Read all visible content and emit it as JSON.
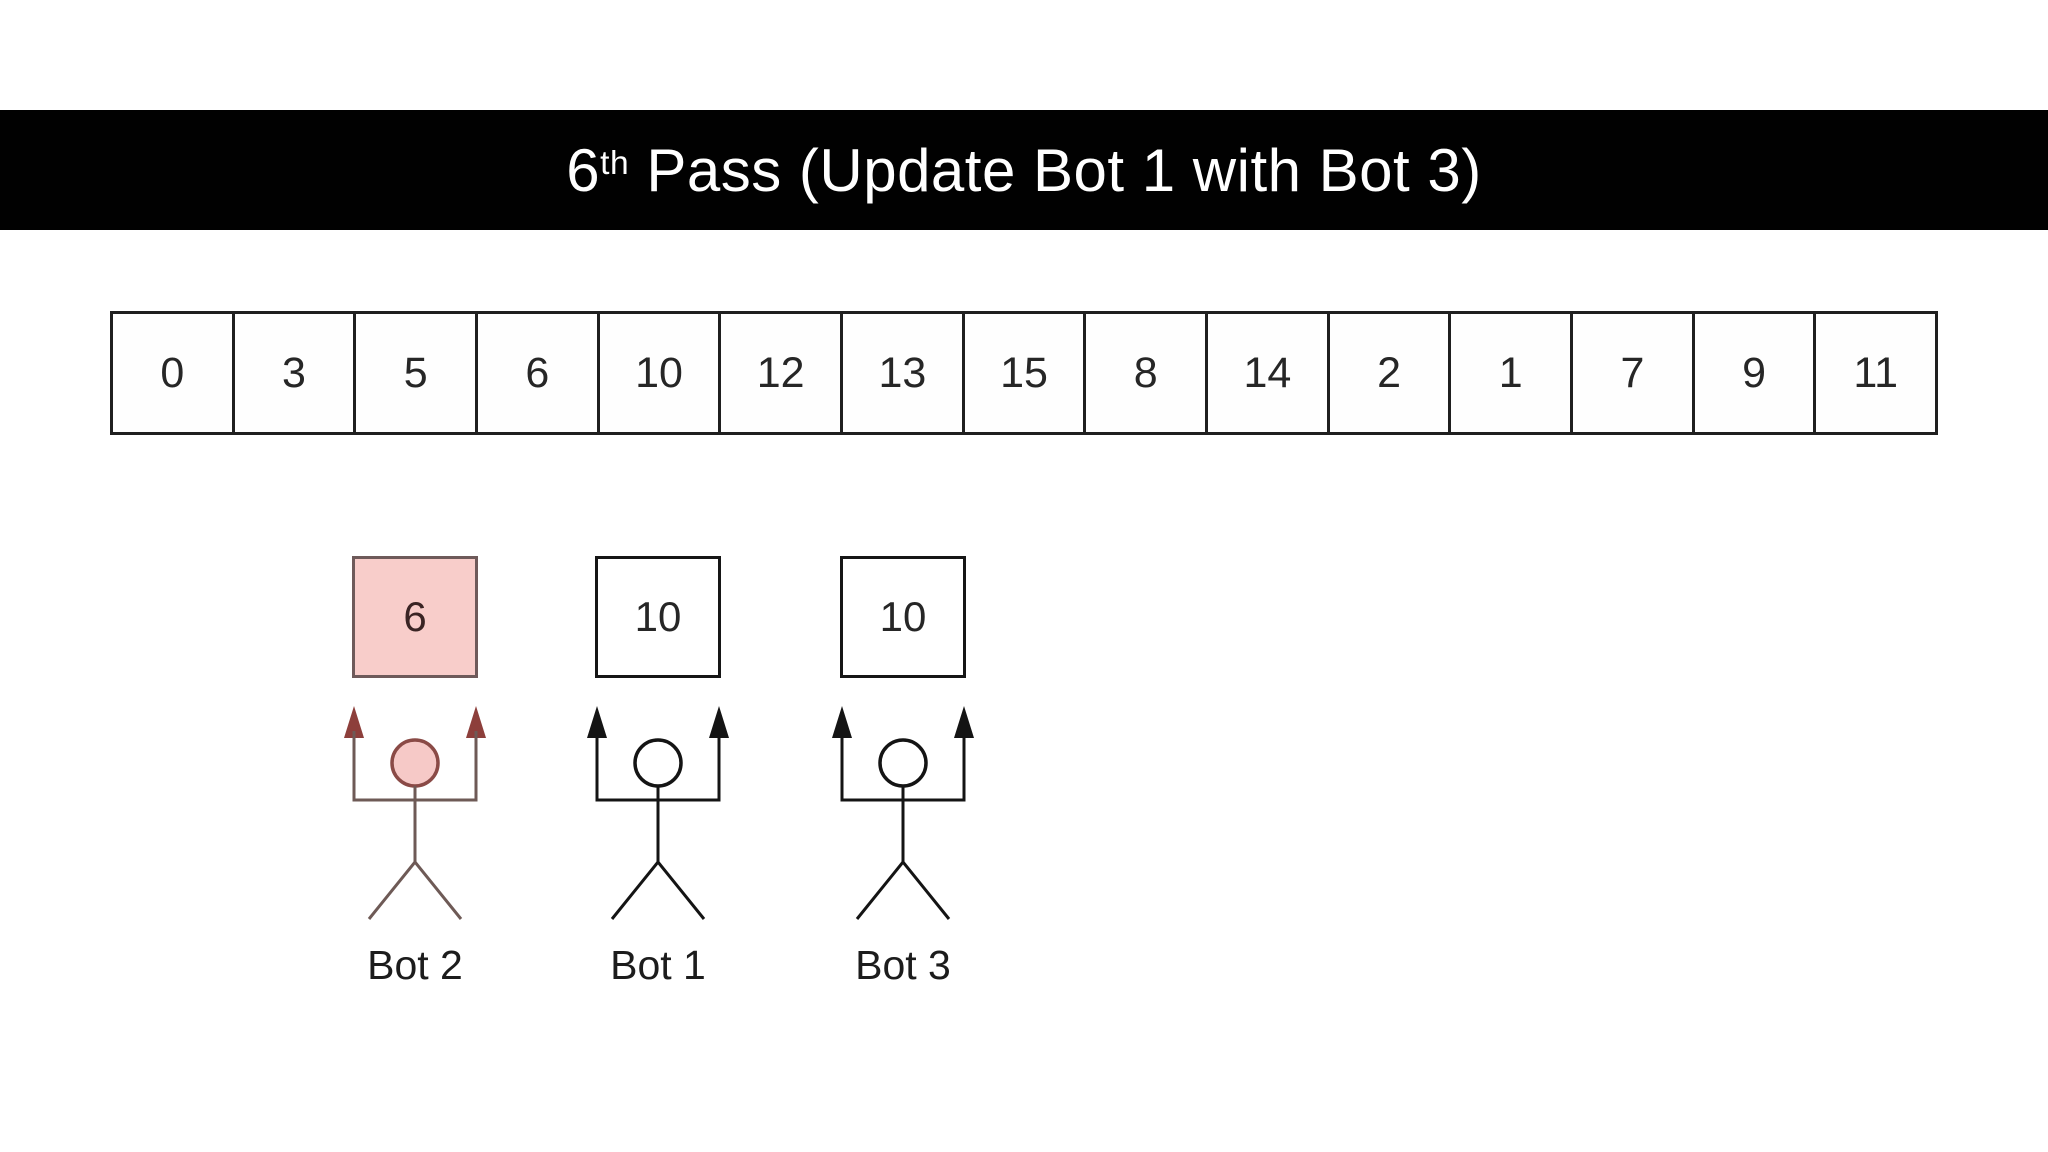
{
  "title": {
    "number": "6",
    "ordinal_suffix": "th",
    "text": " Pass (Update Bot 1 with Bot 3)"
  },
  "array": {
    "values": [
      "0",
      "3",
      "5",
      "6",
      "10",
      "12",
      "13",
      "15",
      "8",
      "14",
      "2",
      "1",
      "7",
      "9",
      "11"
    ]
  },
  "bots": [
    {
      "id": "bot-2",
      "label": "Bot 2",
      "value": "6",
      "highlighted": true,
      "box_fill": "#f8cdca",
      "box_stroke": "#6e5a5a",
      "line_color": "#6e5a56",
      "head_fill": "#f6c9c7",
      "arrow_color": "#8d3f3b"
    },
    {
      "id": "bot-1",
      "label": "Bot 1",
      "value": "10",
      "highlighted": false,
      "box_fill": "#ffffff",
      "box_stroke": "#161616",
      "line_color": "#141414",
      "head_fill": "#ffffff",
      "arrow_color": "#141414"
    },
    {
      "id": "bot-3",
      "label": "Bot 3",
      "value": "10",
      "highlighted": false,
      "box_fill": "#ffffff",
      "box_stroke": "#161616",
      "line_color": "#141414",
      "head_fill": "#ffffff",
      "arrow_color": "#141414"
    }
  ],
  "colors": {
    "title_bar_bg": "#010101",
    "title_text": "#ffffff",
    "canvas_bg": "#ffffff",
    "diagram_line": "#1f1f1f",
    "highlight_fill": "#f8cdca",
    "highlight_stroke": "#8d3f3b"
  }
}
